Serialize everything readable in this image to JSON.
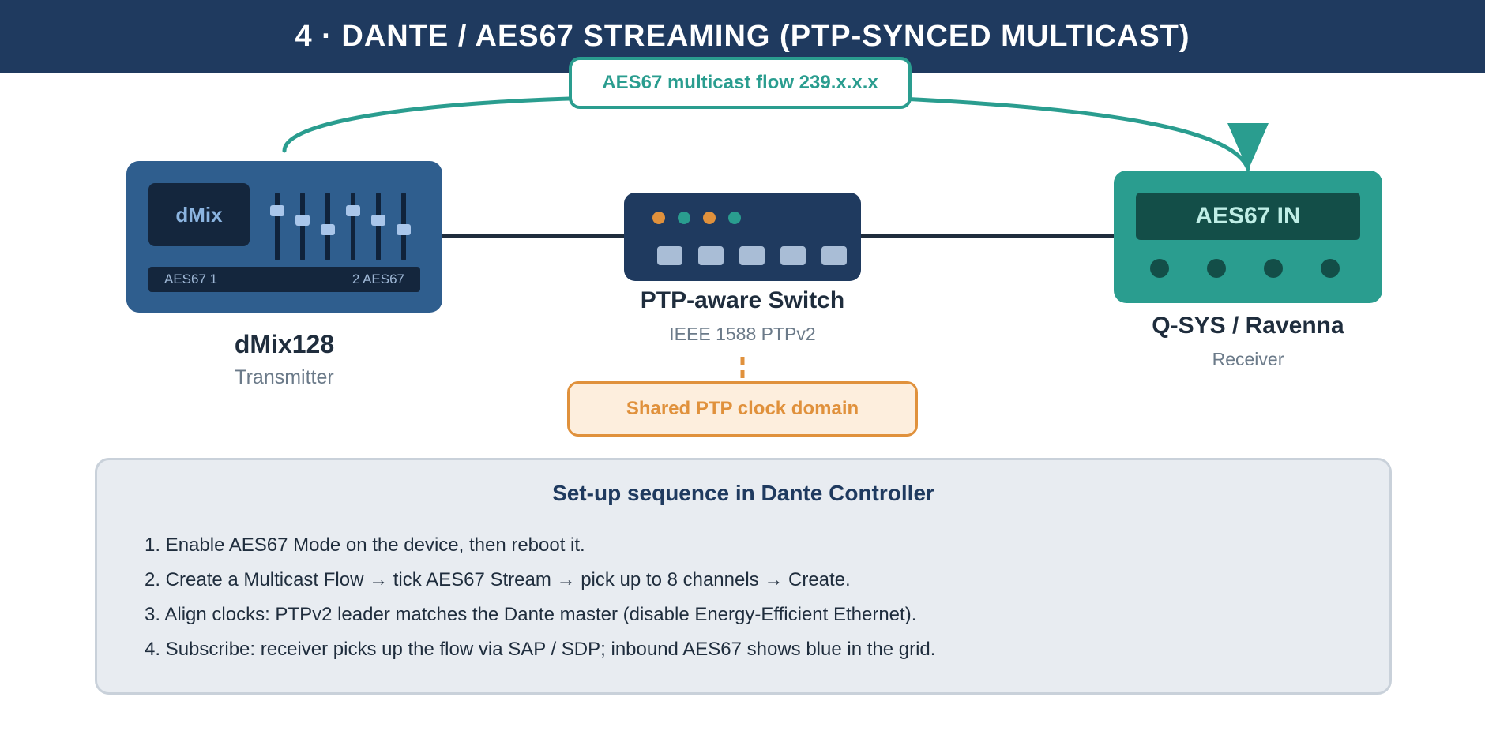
{
  "header": {
    "title": "4 · DANTE / AES67 STREAMING (PTP-SYNCED MULTICAST)"
  },
  "flow": {
    "label": "AES67 multicast flow 239.x.x.x"
  },
  "transmitter": {
    "screen_label": "dMix",
    "bar_left": "AES67 1",
    "bar_right": "2 AES67",
    "name": "dMix128",
    "role": "Transmitter"
  },
  "switch": {
    "name": "PTP-aware Switch",
    "subtitle": "IEEE 1588 PTPv2",
    "led_colors": [
      "#e0913c",
      "#2a9d8f",
      "#e0913c",
      "#2a9d8f"
    ]
  },
  "clock": {
    "label": "Shared PTP clock domain"
  },
  "receiver": {
    "screen_label": "AES67 IN",
    "name": "Q-SYS / Ravenna",
    "role": "Receiver"
  },
  "steps": {
    "title": "Set-up sequence in Dante Controller",
    "items": [
      "1. Enable AES67 Mode on the device, then reboot it.",
      "2. Create a Multicast Flow → tick AES67 Stream → pick up to 8 channels → Create.",
      "3. Align clocks: PTPv2 leader matches the Dante master (disable Energy-Efficient Ethernet).",
      "4. Subscribe: receiver picks up the flow via SAP / SDP; inbound AES67 shows blue in the grid."
    ]
  },
  "colors": {
    "header": "#1f3a5f",
    "flow": "#2a9d8f",
    "clock": "#e0913c",
    "transmitter": "#2f5e8e",
    "switch": "#1f3a5f",
    "receiver": "#2a9d8f"
  }
}
